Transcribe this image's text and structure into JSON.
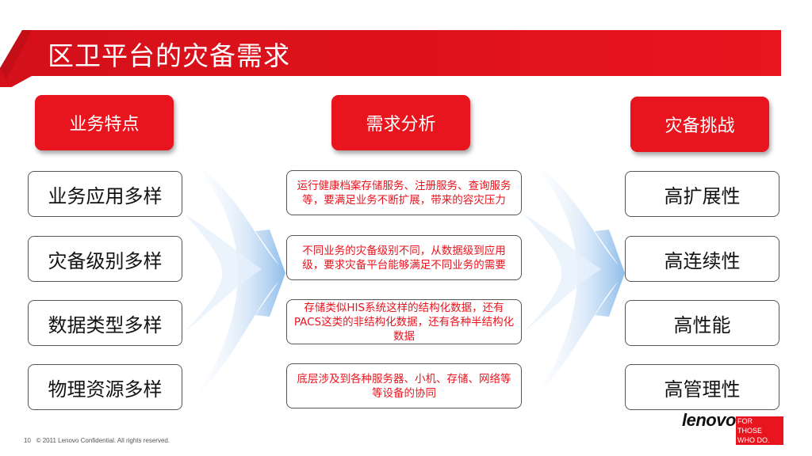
{
  "title": "区卫平台的灾备需求",
  "colors": {
    "brand_red": "#e8141e",
    "arrow_blue": "#9fc6ee"
  },
  "columns": {
    "left_header": "业务特点",
    "middle_header": "需求分析",
    "right_header": "灾备挑战"
  },
  "left_items": [
    "业务应用多样",
    "灾备级别多样",
    "数据类型多样",
    "物理资源多样"
  ],
  "middle_items": [
    "运行健康档案存储服务、注册服务、查询服务等，要满足业务不断扩展，带来的容灾压力",
    "不同业务的灾备级别不同，从数据级到应用级，要求灾备平台能够满足不同业务的需要",
    "存储类似HIS系统这样的结构化数据，还有PACS这类的非结构化数据，还有各种半结构化数据",
    "底层涉及到各种服务器、小机、存储、网络等等设备的协同"
  ],
  "right_items": [
    "高扩展性",
    "高连续性",
    "高性能",
    "高管理性"
  ],
  "footer": {
    "page_number": "10",
    "copyright": "© 2011 Lenovo Confidential. All rights reserved."
  },
  "logo": {
    "wordmark": "lenovo",
    "tagline": [
      "FOR",
      "THOSE",
      "WHO DO."
    ]
  }
}
